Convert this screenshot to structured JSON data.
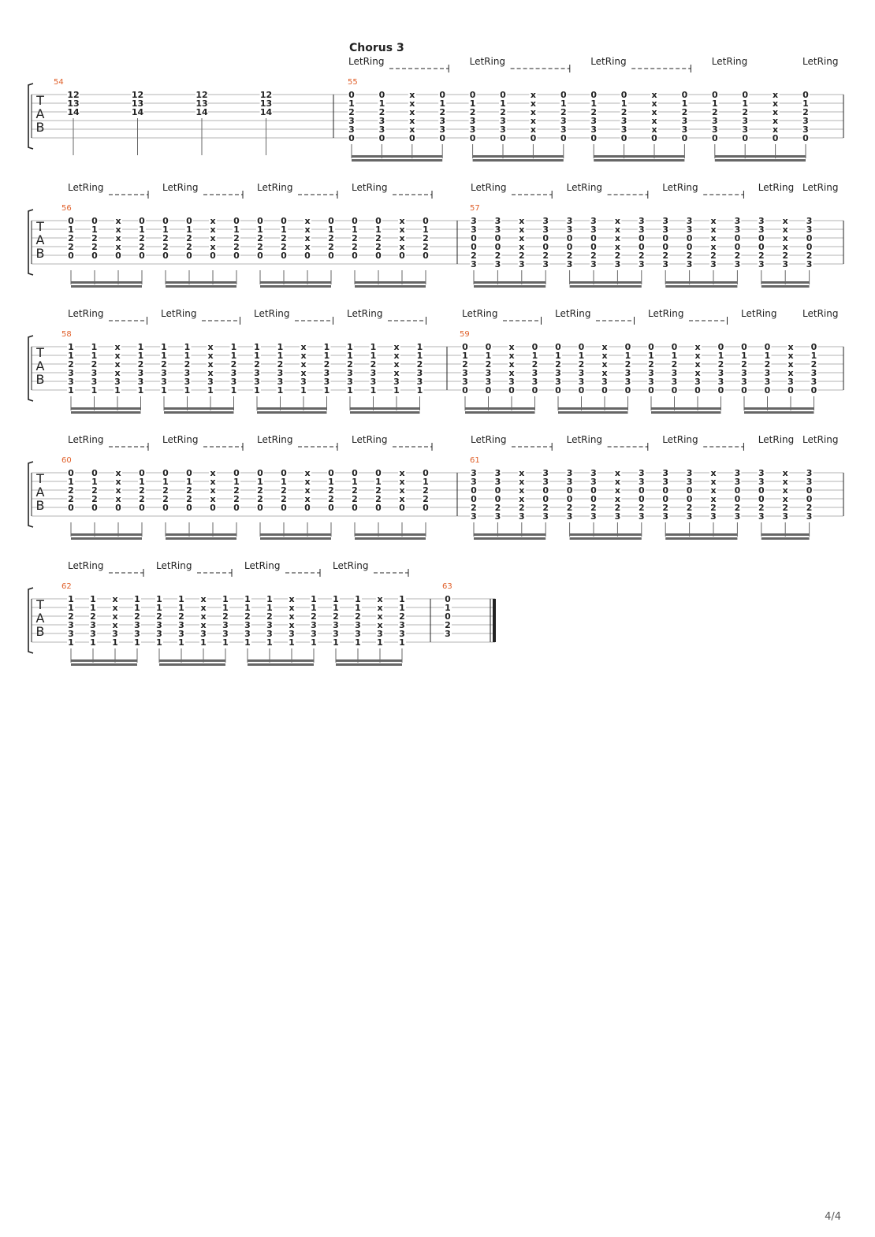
{
  "section_title": "Chorus 3",
  "page_number": "4/4",
  "clef_label": "TAB",
  "let_ring_label": "LetRing",
  "systems": [
    {
      "measures": [
        {
          "number": "54",
          "notes": [
            [
              "12",
              "13",
              "14"
            ],
            [
              "12",
              "13",
              "14"
            ],
            [
              "12",
              "13",
              "14"
            ],
            [
              "12",
              "13",
              "14"
            ]
          ]
        },
        {
          "number": "55",
          "beats": [
            [
              "0",
              "1",
              "2",
              "3",
              "3",
              "0"
            ],
            [
              "0",
              "1",
              "2",
              "3",
              "3",
              "0"
            ],
            [
              "x",
              "x",
              "x",
              "x",
              "x",
              "0"
            ],
            [
              "0",
              "1",
              "2",
              "3",
              "3",
              "0"
            ],
            [
              "0",
              "1",
              "2",
              "3",
              "3",
              "0"
            ],
            [
              "0",
              "1",
              "2",
              "3",
              "3",
              "0"
            ],
            [
              "x",
              "x",
              "x",
              "x",
              "x",
              "0"
            ],
            [
              "0",
              "1",
              "2",
              "3",
              "3",
              "0"
            ],
            [
              "0",
              "1",
              "2",
              "3",
              "3",
              "0"
            ],
            [
              "0",
              "1",
              "2",
              "3",
              "3",
              "0"
            ],
            [
              "x",
              "x",
              "x",
              "x",
              "x",
              "0"
            ],
            [
              "0",
              "1",
              "2",
              "3",
              "3",
              "0"
            ],
            [
              "0",
              "1",
              "2",
              "3",
              "3",
              "0"
            ],
            [
              "0",
              "1",
              "2",
              "3",
              "3",
              "0"
            ],
            [
              "x",
              "x",
              "x",
              "x",
              "x",
              "0"
            ],
            [
              "0",
              "1",
              "2",
              "3",
              "3",
              "0"
            ]
          ]
        }
      ]
    },
    {
      "measures": [
        {
          "number": "56",
          "beats": [
            [
              "0",
              "1",
              "2",
              "2",
              "0",
              ""
            ],
            [
              "0",
              "1",
              "2",
              "2",
              "0",
              ""
            ],
            [
              "x",
              "x",
              "x",
              "x",
              "0",
              ""
            ],
            [
              "0",
              "1",
              "2",
              "2",
              "0",
              ""
            ],
            [
              "0",
              "1",
              "2",
              "2",
              "0",
              ""
            ],
            [
              "0",
              "1",
              "2",
              "2",
              "0",
              ""
            ],
            [
              "x",
              "x",
              "x",
              "x",
              "0",
              ""
            ],
            [
              "0",
              "1",
              "2",
              "2",
              "0",
              ""
            ],
            [
              "0",
              "1",
              "2",
              "2",
              "0",
              ""
            ],
            [
              "0",
              "1",
              "2",
              "2",
              "0",
              ""
            ],
            [
              "x",
              "x",
              "x",
              "x",
              "0",
              ""
            ],
            [
              "0",
              "1",
              "2",
              "2",
              "0",
              ""
            ],
            [
              "0",
              "1",
              "2",
              "2",
              "0",
              ""
            ],
            [
              "0",
              "1",
              "2",
              "2",
              "0",
              ""
            ],
            [
              "x",
              "x",
              "x",
              "x",
              "0",
              ""
            ],
            [
              "0",
              "1",
              "2",
              "2",
              "0",
              ""
            ]
          ]
        },
        {
          "number": "57",
          "beats": [
            [
              "3",
              "3",
              "0",
              "0",
              "2",
              "3"
            ],
            [
              "3",
              "3",
              "0",
              "0",
              "2",
              "3"
            ],
            [
              "x",
              "x",
              "x",
              "x",
              "2",
              "3"
            ],
            [
              "3",
              "3",
              "0",
              "0",
              "2",
              "3"
            ],
            [
              "3",
              "3",
              "0",
              "0",
              "2",
              "3"
            ],
            [
              "3",
              "3",
              "0",
              "0",
              "2",
              "3"
            ],
            [
              "x",
              "x",
              "x",
              "x",
              "2",
              "3"
            ],
            [
              "3",
              "3",
              "0",
              "0",
              "2",
              "3"
            ],
            [
              "3",
              "3",
              "0",
              "0",
              "2",
              "3"
            ],
            [
              "3",
              "3",
              "0",
              "0",
              "2",
              "3"
            ],
            [
              "x",
              "x",
              "x",
              "x",
              "2",
              "3"
            ],
            [
              "3",
              "3",
              "0",
              "0",
              "2",
              "3"
            ],
            [
              "3",
              "3",
              "0",
              "0",
              "2",
              "3"
            ],
            [
              "x",
              "x",
              "x",
              "x",
              "2",
              "3"
            ],
            [
              "3",
              "3",
              "0",
              "0",
              "2",
              "3"
            ]
          ]
        }
      ]
    },
    {
      "measures": [
        {
          "number": "58",
          "beats": [
            [
              "1",
              "1",
              "2",
              "3",
              "3",
              "1"
            ],
            [
              "1",
              "1",
              "2",
              "3",
              "3",
              "1"
            ],
            [
              "x",
              "x",
              "x",
              "x",
              "3",
              "1"
            ],
            [
              "1",
              "1",
              "2",
              "3",
              "3",
              "1"
            ],
            [
              "1",
              "1",
              "2",
              "3",
              "3",
              "1"
            ],
            [
              "1",
              "1",
              "2",
              "3",
              "3",
              "1"
            ],
            [
              "x",
              "x",
              "x",
              "x",
              "3",
              "1"
            ],
            [
              "1",
              "1",
              "2",
              "3",
              "3",
              "1"
            ],
            [
              "1",
              "1",
              "2",
              "3",
              "3",
              "1"
            ],
            [
              "1",
              "1",
              "2",
              "3",
              "3",
              "1"
            ],
            [
              "x",
              "x",
              "x",
              "x",
              "3",
              "1"
            ],
            [
              "1",
              "1",
              "2",
              "3",
              "3",
              "1"
            ],
            [
              "1",
              "1",
              "2",
              "3",
              "3",
              "1"
            ],
            [
              "1",
              "1",
              "2",
              "3",
              "3",
              "1"
            ],
            [
              "x",
              "x",
              "x",
              "x",
              "3",
              "1"
            ],
            [
              "1",
              "1",
              "2",
              "3",
              "3",
              "1"
            ]
          ]
        },
        {
          "number": "59",
          "beats": [
            [
              "0",
              "1",
              "2",
              "3",
              "3",
              "0"
            ],
            [
              "0",
              "1",
              "2",
              "3",
              "3",
              "0"
            ],
            [
              "x",
              "x",
              "x",
              "x",
              "3",
              "0"
            ],
            [
              "0",
              "1",
              "2",
              "3",
              "3",
              "0"
            ],
            [
              "0",
              "1",
              "2",
              "3",
              "3",
              "0"
            ],
            [
              "0",
              "1",
              "2",
              "3",
              "3",
              "0"
            ],
            [
              "x",
              "x",
              "x",
              "x",
              "3",
              "0"
            ],
            [
              "0",
              "1",
              "2",
              "3",
              "3",
              "0"
            ],
            [
              "0",
              "1",
              "2",
              "3",
              "3",
              "0"
            ],
            [
              "0",
              "1",
              "2",
              "3",
              "3",
              "0"
            ],
            [
              "x",
              "x",
              "x",
              "x",
              "3",
              "0"
            ],
            [
              "0",
              "1",
              "2",
              "3",
              "3",
              "0"
            ],
            [
              "0",
              "1",
              "2",
              "3",
              "3",
              "0"
            ],
            [
              "0",
              "1",
              "2",
              "3",
              "3",
              "0"
            ],
            [
              "x",
              "x",
              "x",
              "x",
              "3",
              "0"
            ],
            [
              "0",
              "1",
              "2",
              "3",
              "3",
              "0"
            ]
          ]
        }
      ]
    },
    {
      "measures": [
        {
          "number": "60",
          "beats": [
            [
              "0",
              "1",
              "2",
              "2",
              "0",
              ""
            ],
            [
              "0",
              "1",
              "2",
              "2",
              "0",
              ""
            ],
            [
              "x",
              "x",
              "x",
              "x",
              "0",
              ""
            ],
            [
              "0",
              "1",
              "2",
              "2",
              "0",
              ""
            ],
            [
              "0",
              "1",
              "2",
              "2",
              "0",
              ""
            ],
            [
              "0",
              "1",
              "2",
              "2",
              "0",
              ""
            ],
            [
              "x",
              "x",
              "x",
              "x",
              "0",
              ""
            ],
            [
              "0",
              "1",
              "2",
              "2",
              "0",
              ""
            ],
            [
              "0",
              "1",
              "2",
              "2",
              "0",
              ""
            ],
            [
              "0",
              "1",
              "2",
              "2",
              "0",
              ""
            ],
            [
              "x",
              "x",
              "x",
              "x",
              "0",
              ""
            ],
            [
              "0",
              "1",
              "2",
              "2",
              "0",
              ""
            ],
            [
              "0",
              "1",
              "2",
              "2",
              "0",
              ""
            ],
            [
              "0",
              "1",
              "2",
              "2",
              "0",
              ""
            ],
            [
              "x",
              "x",
              "x",
              "x",
              "0",
              ""
            ],
            [
              "0",
              "1",
              "2",
              "2",
              "0",
              ""
            ]
          ]
        },
        {
          "number": "61",
          "beats": [
            [
              "3",
              "3",
              "0",
              "0",
              "2",
              "3"
            ],
            [
              "3",
              "3",
              "0",
              "0",
              "2",
              "3"
            ],
            [
              "x",
              "x",
              "x",
              "x",
              "2",
              "3"
            ],
            [
              "3",
              "3",
              "0",
              "0",
              "2",
              "3"
            ],
            [
              "3",
              "3",
              "0",
              "0",
              "2",
              "3"
            ],
            [
              "3",
              "3",
              "0",
              "0",
              "2",
              "3"
            ],
            [
              "x",
              "x",
              "x",
              "x",
              "2",
              "3"
            ],
            [
              "3",
              "3",
              "0",
              "0",
              "2",
              "3"
            ],
            [
              "3",
              "3",
              "0",
              "0",
              "2",
              "3"
            ],
            [
              "3",
              "3",
              "0",
              "0",
              "2",
              "3"
            ],
            [
              "x",
              "x",
              "x",
              "x",
              "2",
              "3"
            ],
            [
              "3",
              "3",
              "0",
              "0",
              "2",
              "3"
            ],
            [
              "3",
              "3",
              "0",
              "0",
              "2",
              "3"
            ],
            [
              "x",
              "x",
              "x",
              "x",
              "2",
              "3"
            ],
            [
              "3",
              "3",
              "0",
              "0",
              "2",
              "3"
            ]
          ]
        }
      ]
    },
    {
      "measures": [
        {
          "number": "62",
          "beats": [
            [
              "1",
              "1",
              "2",
              "3",
              "3",
              "1"
            ],
            [
              "1",
              "1",
              "2",
              "3",
              "3",
              "1"
            ],
            [
              "x",
              "x",
              "x",
              "x",
              "3",
              "1"
            ],
            [
              "1",
              "1",
              "2",
              "3",
              "3",
              "1"
            ],
            [
              "1",
              "1",
              "2",
              "3",
              "3",
              "1"
            ],
            [
              "1",
              "1",
              "2",
              "3",
              "3",
              "1"
            ],
            [
              "x",
              "x",
              "x",
              "x",
              "3",
              "1"
            ],
            [
              "1",
              "1",
              "2",
              "3",
              "3",
              "1"
            ],
            [
              "1",
              "1",
              "2",
              "3",
              "3",
              "1"
            ],
            [
              "1",
              "1",
              "2",
              "3",
              "3",
              "1"
            ],
            [
              "x",
              "x",
              "x",
              "x",
              "3",
              "1"
            ],
            [
              "1",
              "1",
              "2",
              "3",
              "3",
              "1"
            ],
            [
              "1",
              "1",
              "2",
              "3",
              "3",
              "1"
            ],
            [
              "1",
              "1",
              "2",
              "3",
              "3",
              "1"
            ],
            [
              "x",
              "x",
              "x",
              "x",
              "3",
              "1"
            ],
            [
              "1",
              "1",
              "2",
              "3",
              "3",
              "1"
            ]
          ]
        },
        {
          "number": "63",
          "beats": [
            [
              "0",
              "1",
              "0",
              "2",
              "3",
              ""
            ]
          ]
        }
      ]
    }
  ],
  "colors": {
    "measure_number": "#e0602a",
    "ink": "#222222",
    "staff_line": "#9a9a9a",
    "beam": "#666666"
  }
}
